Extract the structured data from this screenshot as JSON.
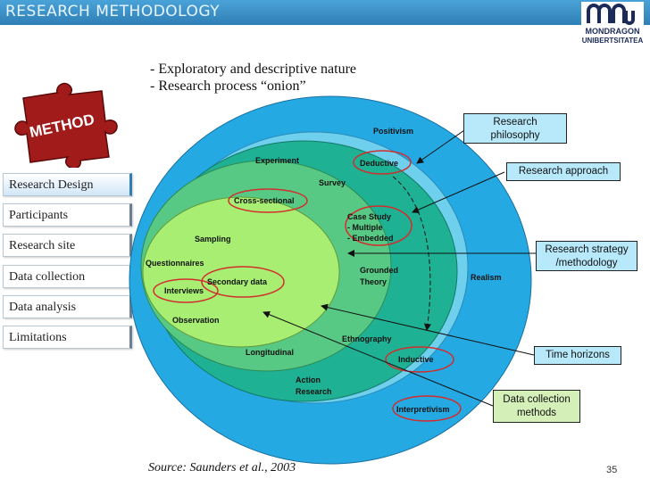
{
  "header": {
    "title": "RESEARCH METHODOLOGY"
  },
  "logo": {
    "line1": "MONDRAGON",
    "line2": "UNIBERTSITATEA"
  },
  "puzzle_label": "METHOD",
  "nav": [
    {
      "label": "Research Design",
      "active": true
    },
    {
      "label": "Participants",
      "active": false
    },
    {
      "label": "Research site",
      "active": false
    },
    {
      "label": "Data collection",
      "active": false
    },
    {
      "label": "Data analysis",
      "active": false
    },
    {
      "label": "Limitations",
      "active": false
    }
  ],
  "bullets": [
    "- Exploratory and descriptive nature",
    "- Research process “onion”"
  ],
  "onion": {
    "layers": {
      "philosophy": [
        "Positivism",
        "Realism",
        "Interpretivism"
      ],
      "approach": [
        "Deductive",
        "Inductive"
      ],
      "strategy": [
        "Experiment",
        "Survey",
        "Case Study",
        "- Multiple",
        "- Embedded",
        "Grounded",
        "Theory",
        "Ethnography",
        "Action",
        "Research"
      ],
      "horizons": [
        "Cross-sectional",
        "Longitudinal"
      ],
      "collection": [
        "Sampling",
        "Questionnaires",
        "Secondary data",
        "Interviews",
        "Observation"
      ]
    },
    "colors": {
      "outer": "#25a9e2",
      "second": "#6fd0ee",
      "third": "#1fb193",
      "fourth": "#58c985",
      "inner": "#a8ee72",
      "highlight": "#d22d2d"
    }
  },
  "callouts": {
    "philosophy": [
      "Research",
      "philosophy"
    ],
    "approach": "Research approach",
    "strategy": [
      "Research strategy",
      "/methodology"
    ],
    "horizons": "Time horizons",
    "collection": [
      "Data collection",
      "methods"
    ]
  },
  "source": "Source: Saunders et al., 2003",
  "page_number": "35"
}
